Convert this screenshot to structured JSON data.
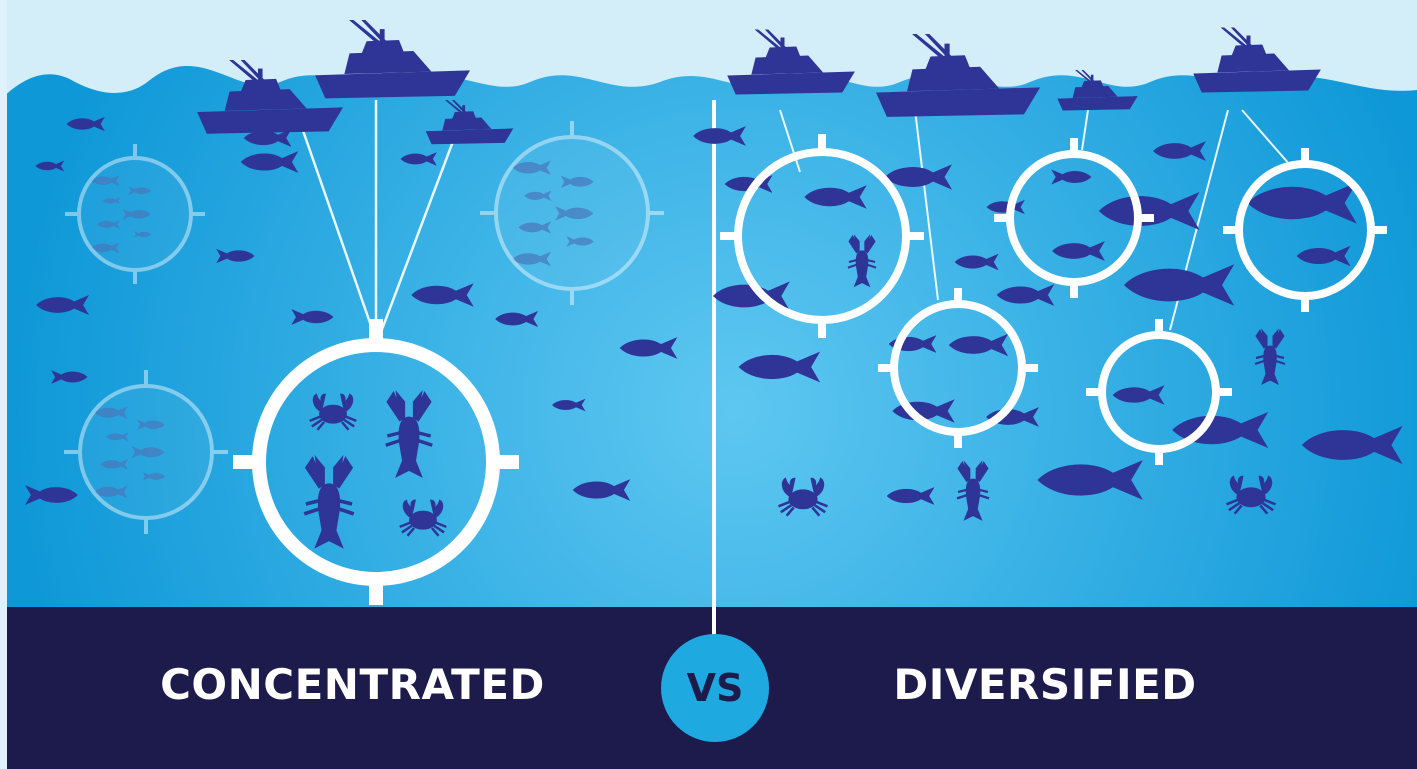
{
  "labels": {
    "left": "CONCENTRATED",
    "vs": "VS",
    "right": "DIVERSIFIED"
  },
  "colors": {
    "sky": "#d3edf9",
    "water_light": "#5ec7f1",
    "water_dark": "#139bd9",
    "silhouette": "#2f3597",
    "footer": "#1c1b4b",
    "accent": "#1ea9e1",
    "line": "#ffffff"
  },
  "icons": {
    "boat": "fishing-boat-icon",
    "fish": "fish-icon",
    "lobster": "lobster-icon",
    "crab": "crab-icon",
    "target": "crosshair-target-icon"
  }
}
